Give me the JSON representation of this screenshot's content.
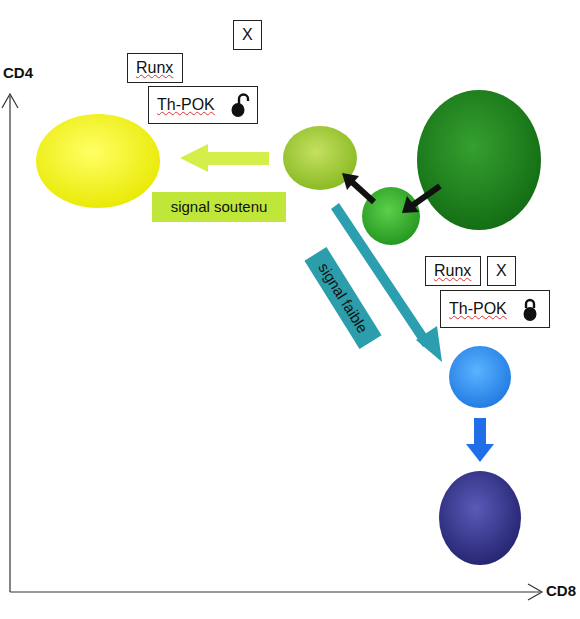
{
  "diagram": {
    "nodes": [
      {
        "text": [
          "X"
        ]
      },
      {
        "text": [
          "Runx"
        ]
      },
      {
        "text": [
          "Th-POK"
        ]
      },
      {
        "text": [
          "signal soutenu"
        ]
      },
      {
        "text": [
          "signal faible"
        ]
      },
      {
        "text": [
          "Runx"
        ]
      },
      {
        "text": [
          "X"
        ]
      },
      {
        "text": [
          "Th-POK"
        ]
      }
    ],
    "labels": [
      "CD4",
      "CD8"
    ]
  }
}
